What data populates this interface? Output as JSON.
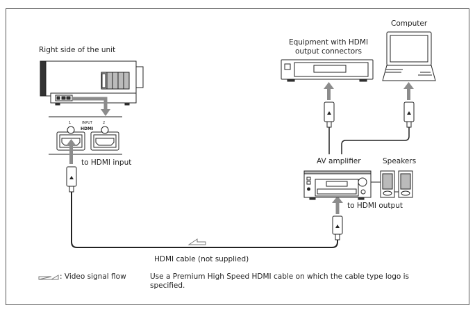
{
  "diagram": {
    "labels": {
      "right_side": "Right side of the unit",
      "input_port_1": "1",
      "input_heading": "INPUT",
      "input_port_2": "2",
      "hdmi_logo": "HDMI",
      "to_hdmi_input": "to HDMI input",
      "equipment_line1": "Equipment with HDMI",
      "equipment_line2": "output connectors",
      "computer": "Computer",
      "av_amplifier": "AV amplifier",
      "speakers": "Speakers",
      "to_hdmi_output": "to HDMI output",
      "cable": "HDMI cable (not supplied)"
    },
    "legend": {
      "signal_flow": ": Video signal flow"
    },
    "note": {
      "line1": "Use a Premium High Speed HDMI cable on which the cable type logo is",
      "line2": "specified."
    },
    "colors": {
      "line": "#222222",
      "arrow_gray": "#8c8c8c",
      "panel_gray": "#bdbdbd"
    }
  }
}
